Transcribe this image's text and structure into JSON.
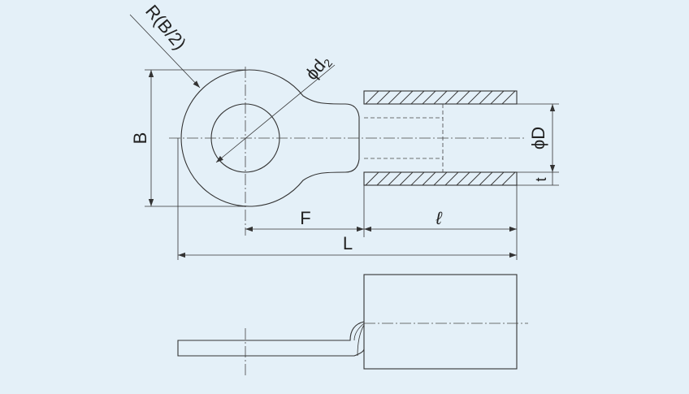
{
  "drawing": {
    "type": "ring-terminal-technical-drawing",
    "background_color": "#e4f0f8",
    "line_color": "#333333",
    "labels": {
      "radius": "R(B/2)",
      "hole_diameter": "ϕd",
      "hole_diameter_subscript": "2",
      "width": "B",
      "barrel_diameter": "ϕD",
      "thickness": "t",
      "length_f": "F",
      "barrel_length": "ℓ",
      "total_length": "L"
    }
  }
}
